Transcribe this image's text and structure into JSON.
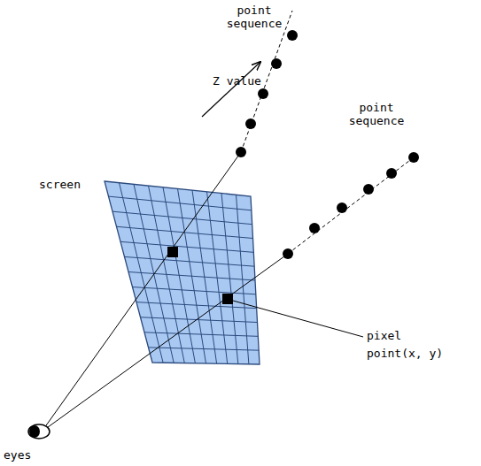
{
  "diagram": {
    "labels": [
      "point sequence",
      "point sequence",
      "Z value",
      "screen",
      "pixel",
      "point(x, y)",
      "eyes"
    ]
  }
}
